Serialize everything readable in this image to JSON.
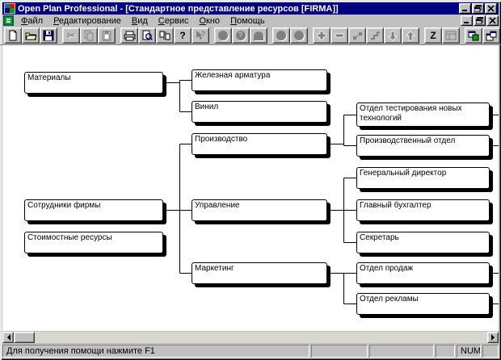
{
  "window": {
    "title": "Open Plan Professional - [Стандартное представление ресурсов [FIRMA]]"
  },
  "menu": {
    "items": {
      "file": "Файл",
      "edit": "Редактирование",
      "view": "Вид",
      "service": "Сервис",
      "window": "Окно",
      "help": "Помощь"
    }
  },
  "toolbar": {
    "help_glyph": "?",
    "zigzag_glyph": "Z",
    "buttons": [
      "new",
      "open",
      "save",
      "cut",
      "copy",
      "paste",
      "print",
      "print-preview",
      "exchange",
      "help",
      "context-help",
      "node-circle",
      "node-circle-help",
      "node-arch",
      "node-circle-2",
      "node-circle-3",
      "add",
      "remove",
      "link",
      "step-link",
      "move-down",
      "move-up",
      "zigzag",
      "layout",
      "window-tile",
      "window-cascade"
    ]
  },
  "diagram": {
    "nodes": [
      {
        "label": "Материалы"
      },
      {
        "label": "Сотрудники фирмы"
      },
      {
        "label": "Стоимостные ресурсы"
      },
      {
        "label": "Железная арматура"
      },
      {
        "label": "Винил"
      },
      {
        "label": "Производство"
      },
      {
        "label": "Управление"
      },
      {
        "label": "Маркетинг"
      },
      {
        "label": "Отдел тестирования новых технологий"
      },
      {
        "label": "Производственный отдел"
      },
      {
        "label": "Генеральный директор"
      },
      {
        "label": "Главный бухгалтер"
      },
      {
        "label": "Секретарь"
      },
      {
        "label": "Отдел продаж"
      },
      {
        "label": "Отдел рекламы"
      }
    ],
    "edges": [
      {
        "from": "Материалы",
        "to": "Железная арматура"
      },
      {
        "from": "Материалы",
        "to": "Винил"
      },
      {
        "from": "Сотрудники фирмы",
        "to": "Производство"
      },
      {
        "from": "Сотрудники фирмы",
        "to": "Управление"
      },
      {
        "from": "Сотрудники фирмы",
        "to": "Маркетинг"
      },
      {
        "from": "Производство",
        "to": "Отдел тестирования новых технологий"
      },
      {
        "from": "Производство",
        "to": "Производственный отдел"
      },
      {
        "from": "Управление",
        "to": "Генеральный директор"
      },
      {
        "from": "Управление",
        "to": "Главный бухгалтер"
      },
      {
        "from": "Управление",
        "to": "Секретарь"
      },
      {
        "from": "Маркетинг",
        "to": "Отдел продаж"
      },
      {
        "from": "Маркетинг",
        "to": "Отдел рекламы"
      }
    ],
    "nodes_with_offscreen_children": [
      "Отдел тестирования новых технологий",
      "Производственный отдел",
      "Отдел продаж",
      "Отдел рекламы"
    ]
  },
  "statusbar": {
    "message": "Для получения помощи нажмите F1",
    "num_indicator": "NUM"
  },
  "colors": {
    "titlebar": "#000080",
    "chrome": "#c0c0c0",
    "node_fill": "#ffffff",
    "node_border": "#000000"
  }
}
